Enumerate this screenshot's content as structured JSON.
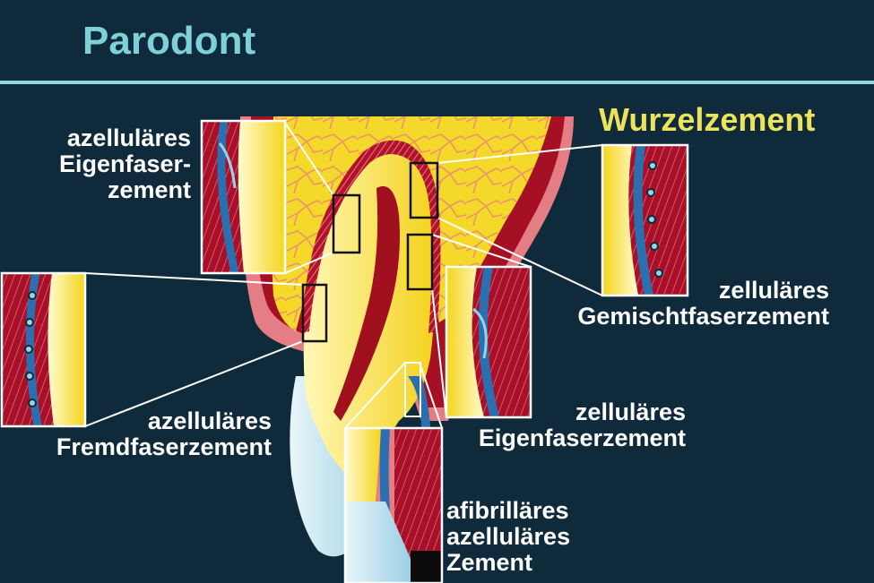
{
  "header": {
    "title": "Parodont"
  },
  "diagram": {
    "subtitle": "Wurzelzement",
    "labels": {
      "azellular_eigenfaser": [
        "azelluläres",
        "Eigenfaser-",
        "zement"
      ],
      "zellular_gemischt": [
        "zelluläres",
        "Gemischtfaserzement"
      ],
      "azellular_fremdfaser": [
        "azelluläres",
        "Fremdfaserzement"
      ],
      "zellular_eigenfaser": [
        "zelluläres",
        "Eigenfaserzement"
      ],
      "afibrillar": [
        "afibrilläres",
        "azelluläres",
        "Zement"
      ]
    },
    "colors": {
      "background": "#0f2a3a",
      "title": "#7fd0d8",
      "subtitle": "#ece25c",
      "dentin": "#f7e22a",
      "pulp": "#a01020",
      "gingiva": "#e07a80",
      "enamel": "#bfe6ef",
      "cementum": "#2a6fb0"
    }
  }
}
